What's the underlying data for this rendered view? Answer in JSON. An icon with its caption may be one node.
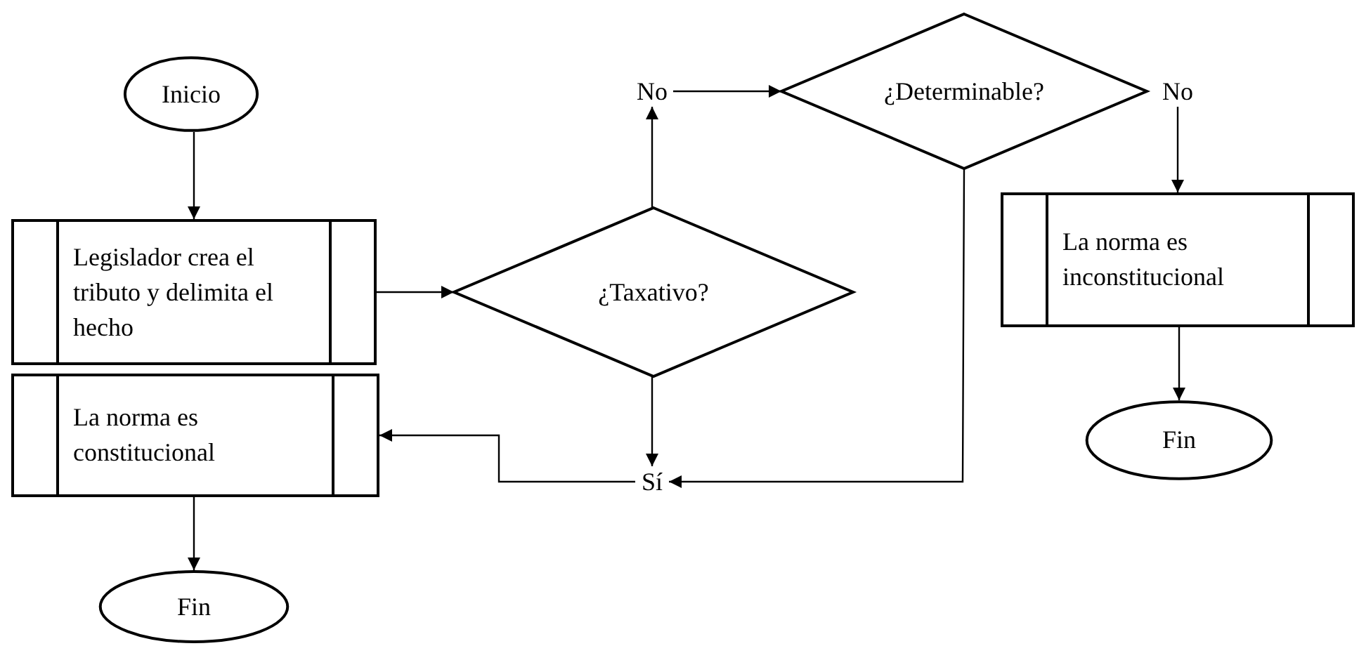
{
  "diagram": {
    "nodes": [
      {
        "text": [
          "Inicio"
        ]
      },
      {
        "text": [
          "Legislador crea el tributo y delimita el hecho"
        ]
      },
      {
        "text": [
          "¿Taxativo?"
        ]
      },
      {
        "text": [
          "No"
        ]
      },
      {
        "text": [
          "¿Determinable?"
        ]
      },
      {
        "text": [
          "No"
        ]
      },
      {
        "text": [
          "La norma es inconstitucional"
        ]
      },
      {
        "text": [
          "Fin"
        ]
      },
      {
        "text": [
          "La norma es constitucional"
        ]
      },
      {
        "text": [
          "Sí"
        ]
      },
      {
        "text": [
          "Fin"
        ]
      }
    ],
    "edges": [
      {
        "from": 0,
        "to": 1,
        "arrow": "to"
      },
      {
        "from": 1,
        "to": 2,
        "arrow": "to"
      },
      {
        "from": 2,
        "to": 3,
        "arrow": "to"
      },
      {
        "from": 3,
        "to": 4,
        "arrow": "to"
      },
      {
        "from": 5,
        "to": 6,
        "arrow": "to"
      },
      {
        "from": 6,
        "to": 7,
        "arrow": "to"
      },
      {
        "from": 2,
        "to": 9,
        "arrow": "to"
      },
      {
        "from": 4,
        "to": 9,
        "arrow": "to"
      },
      {
        "from": 9,
        "to": 8,
        "arrow": "to"
      },
      {
        "from": 8,
        "to": 10,
        "arrow": "to"
      }
    ]
  }
}
